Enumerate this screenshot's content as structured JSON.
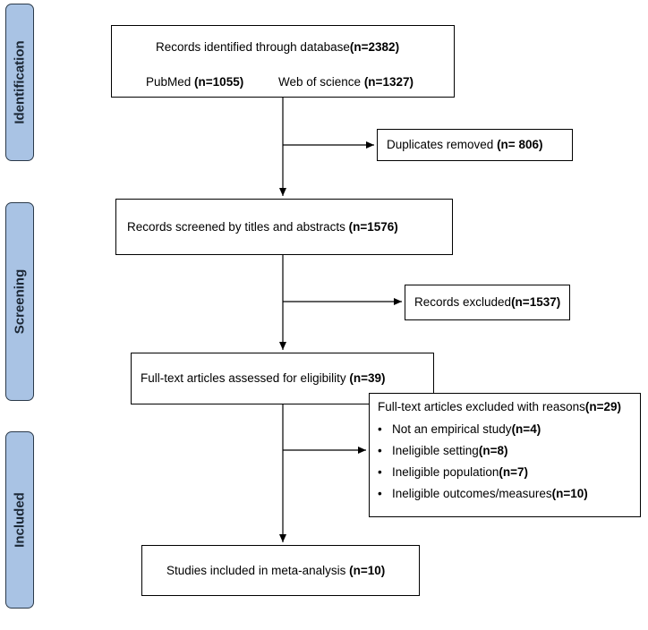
{
  "stages": {
    "identification": "Identification",
    "screening": "Screening",
    "included": "Included"
  },
  "identified": {
    "title_text": "Records identified through database",
    "title_count": "(n=2382)",
    "pubmed_text": "PubMed ",
    "pubmed_count": "(n=1055)",
    "wos_text": "Web of science ",
    "wos_count": "(n=1327)"
  },
  "duplicates": {
    "text": "Duplicates removed ",
    "count": "(n= 806)"
  },
  "screened": {
    "text": "Records screened by titles and abstracts ",
    "count": "(n=1576)"
  },
  "excluded": {
    "text": "Records excluded",
    "count": "(n=1537)"
  },
  "fulltext": {
    "text": "Full-text articles assessed for eligibility ",
    "count": "(n=39)"
  },
  "fulltext_excluded": {
    "title_text": "Full-text articles excluded with reasons",
    "title_count": "(n=29)",
    "bullet": "•",
    "reasons": [
      {
        "text": "Not an empirical study",
        "count": "(n=4)"
      },
      {
        "text": "Ineligible setting",
        "count": "(n=8)"
      },
      {
        "text": "Ineligible population",
        "count": "(n=7)"
      },
      {
        "text": "Ineligible outcomes/measures",
        "count": "(n=10)"
      }
    ]
  },
  "included_box": {
    "text": "Studies included in meta-analysis ",
    "count": "(n=10)"
  }
}
